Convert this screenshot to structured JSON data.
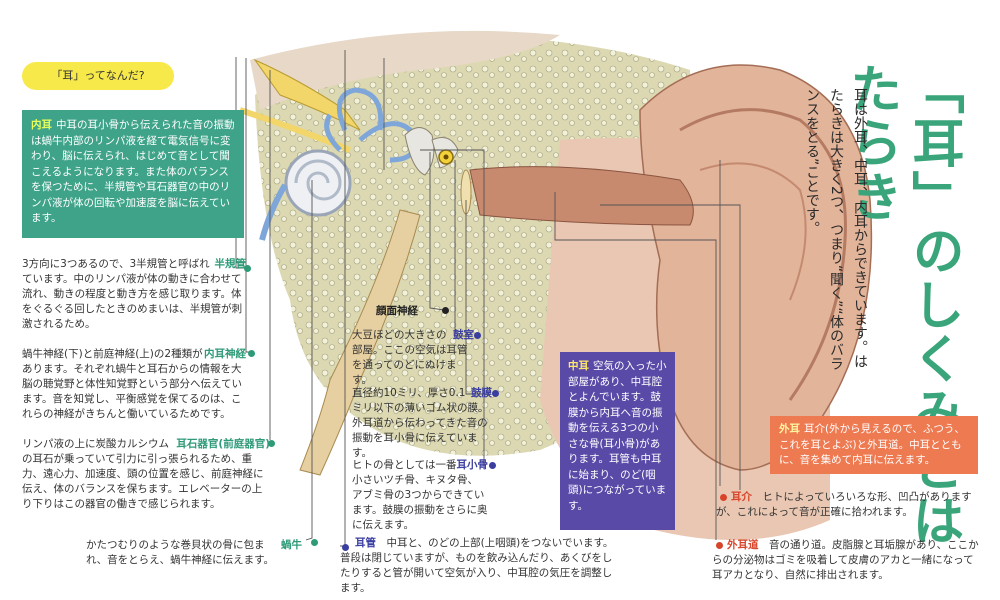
{
  "title": "「耳」のしくみとはたらき",
  "intro": "耳は外耳、中耳、内耳からできています。はたらきは大きく2つ、つまり“聞く”“体のバランスをとる”ことです。",
  "badge": "「耳」ってなんだ?",
  "inner_ear": {
    "label": "内耳",
    "text": "中耳の耳小骨から伝えられた音の振動は蝸牛内部のリンパ液を経て電気信号に変わり、脳に伝えられ、はじめて音として聞こえるようになります。また体のバランスを保つために、半規管や耳石器官の中のリンパ液が体の回転や加速度を脳に伝えています。"
  },
  "semicircular": {
    "label": "半規管",
    "text": "3方向に3つあるので、3半規管と呼ばれています。中のリンパ液が体の動きに合わせて流れ、動きの程度と動き方を感じ取ります。体をぐるぐる回したときのめまいは、半規管が刺激されるため。"
  },
  "inner_nerve": {
    "label": "内耳神経",
    "text": "蝸牛神経(下)と前庭神経(上)の2種類があります。それぞれ蝸牛と耳石からの情報を大脳の聴覚野と体性知覚野という部分へ伝えています。音を知覚し、平衡感覚を保てるのは、これらの神経がきちんと働いているためです。"
  },
  "otolith": {
    "label": "耳石器官(前庭器官)",
    "text": "リンパ液の上に炭酸カルシウムの耳石が乗っていて引力に引っ張られるため、重力、遠心力、加速度、頭の位置を感じ、前庭神経に伝え、体のバランスを保ちます。エレベーターの上り下りはこの器官の働きで感じられます。"
  },
  "cochlea": {
    "label": "蝸牛",
    "text": "かたつむりのような巻貝状の骨に包まれ、音をとらえ、蝸牛神経に伝えます。"
  },
  "facial_nerve": {
    "label": "顔面神経"
  },
  "tympanic_cavity": {
    "label": "鼓室",
    "text": "大豆ほどの大きさの部屋。ここの空気は耳管を通ってのどにぬけます。"
  },
  "eardrum": {
    "label": "鼓膜",
    "text": "直径約10ミリ、厚さ0.1ミリ以下の薄いゴム状の膜。外耳道から伝わってきた音の振動を耳小骨に伝えています。"
  },
  "ossicles": {
    "label": "耳小骨",
    "text": "ヒトの骨としては一番小さいツチ骨、キヌタ骨、アブミ骨の3つからできています。鼓膜の振動をさらに奥に伝えます。"
  },
  "eustachian": {
    "label": "耳管",
    "text": "中耳と、のどの上部(上咽頭)をつないでいます。普段は閉じていますが、ものを飲み込んだり、あくびをしたりすると管が開いて空気が入り、中耳腔の気圧を調整します。"
  },
  "middle_ear": {
    "label": "中耳",
    "text": "空気の入った小部屋があり、中耳腔とよんでいます。鼓膜から内耳へ音の振動を伝える3つの小さな骨(耳小骨)があります。耳管も中耳に始まり、のど(咽頭)につながっています。"
  },
  "outer_ear": {
    "label": "外耳",
    "text": "耳介(外から見えるので、ふつう、これを耳とよぶ)と外耳道。中耳とともに、音を集めて内耳に伝えます。"
  },
  "auricle": {
    "label": "耳介",
    "text": "ヒトによっていろいろな形、凹凸がありますが、これによって音が正確に拾われます。"
  },
  "ear_canal": {
    "label": "外耳道",
    "text": "音の通り道。皮脂腺と耳垢腺があり、ここからの分泌物はゴミを吸着して皮膚のアカと一緒になって耳アカとなり、自然に排出されます。"
  }
}
